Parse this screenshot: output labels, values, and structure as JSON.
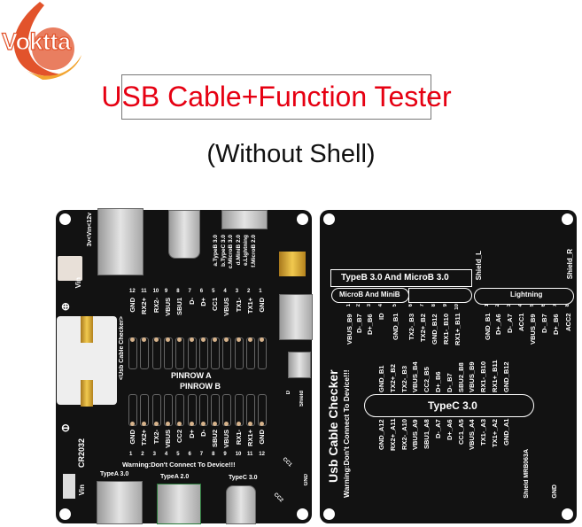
{
  "logo": {
    "text": "Voktta",
    "colors": {
      "primary": "#e2532b",
      "secondary": "#f2a531"
    }
  },
  "title": "USB Cable+Function Tester",
  "subtitle": "(Without Shell)",
  "title_color": "#e60012",
  "front": {
    "vin_range": "3v<Vin<12v",
    "vin": "Vin",
    "vin2": "Vin",
    "battery": "CR2032",
    "plus": "⊕",
    "minus": "⊖",
    "checker": "<Usb Cable Checker>",
    "connector_list": [
      "a.TypeB 3.0",
      "b.TypeC 3.0",
      "c.MicroB 3.0",
      "d.MiniB 2.0",
      "e.Lightning",
      "f.MicroB 2.0"
    ],
    "pinrow_a": "PINROW A",
    "pinrow_b": "PINROW B",
    "pinrow_a_labels": [
      "GND",
      "RX2+",
      "RX2-",
      "VBUS",
      "SBU1",
      "D-",
      "D+",
      "CC1",
      "VBUS",
      "TX1-",
      "TX1+",
      "GND"
    ],
    "pinrow_a_numbers": [
      "12",
      "11",
      "10",
      "9",
      "8",
      "7",
      "6",
      "5",
      "4",
      "3",
      "2",
      "1"
    ],
    "pinrow_b_labels": [
      "GND",
      "TX2+",
      "TX2-",
      "VBUS",
      "CC2",
      "D+",
      "D-",
      "SBU2",
      "VBUS",
      "RX1-",
      "RX1+",
      "GND"
    ],
    "pinrow_b_numbers": [
      "1",
      "2",
      "3",
      "4",
      "5",
      "6",
      "7",
      "8",
      "9",
      "10",
      "11",
      "12"
    ],
    "side_labels": [
      "D",
      "Shield"
    ],
    "warning": "Warning:Don't Connect To Device!!!",
    "port_labels": [
      "TypeA 3.0",
      "TypeA 2.0",
      "TypeC 3.0"
    ],
    "cc_labels": [
      "CC1",
      "CC2",
      "GND"
    ]
  },
  "back": {
    "typeb_box": "TypeB 3.0 And MicroB 3.0",
    "microb_box": "MicroB And MiniB",
    "lightning_box": "Lightning",
    "shield_l": "Shield_L",
    "shield_r": "Shield_R",
    "top_labels": [
      "VBUS_B9",
      "D-_B7",
      "D+_B6",
      "ID",
      "GND_B1",
      "TX2-_B3",
      "TX2+_B2",
      "GND_B12",
      "RX1-_B10",
      "RX1+_B11",
      "GND_B1",
      "D+_A6",
      "D-_A7",
      "ACC1",
      "VBUS_B9",
      "D-_B7",
      "D+_B6",
      "ACC2"
    ],
    "top_numbers": [
      "1",
      "2",
      "3",
      "4",
      "5",
      "6",
      "7",
      "8",
      "9",
      "10",
      "1",
      "2",
      "3",
      "4",
      "5",
      "6",
      "7",
      "8"
    ],
    "typec_box": "TypeC 3.0",
    "typec_upper": [
      "GND_B1",
      "TX2+_B2",
      "TX2-_B3",
      "VBUS_B4",
      "CC2_B5",
      "D+_B6",
      "D-_B7",
      "SBU2_B8",
      "VBUS_B9",
      "RX1-_B10",
      "RX1+_B11",
      "GND_B12"
    ],
    "typec_lower": [
      "GND_A12",
      "RX2+_A11",
      "RX2-_A10",
      "VBUS_A9",
      "SBU1_A8",
      "D-_A7",
      "D+_A6",
      "CC1_A5",
      "VBUS_A4",
      "TX1-_A3",
      "TX1+_A2",
      "GND_A1"
    ],
    "checker": "Usb Cable Checker",
    "warning": "Warning:Don't Connect To Device!!!",
    "shield_mrb": "Shield MRB063A",
    "gnd": "GND"
  }
}
